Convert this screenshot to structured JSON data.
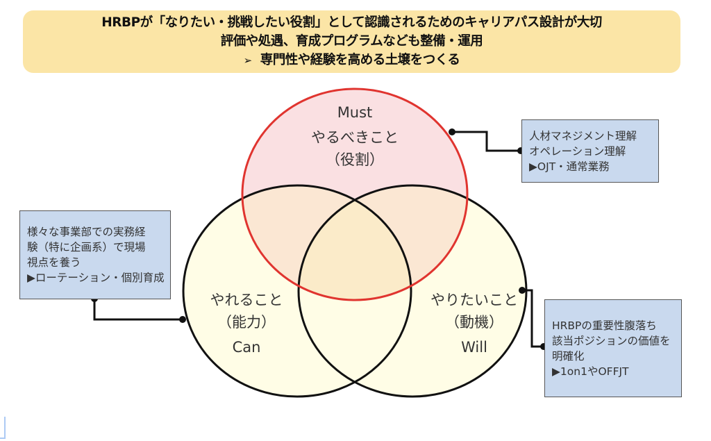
{
  "header": {
    "lines": [
      "HRBPが「なりたい・挑戦したい役割」として認識されるためのキャリアパス設計が大切",
      "評価や処遇、育成プログラムなども整備・運用",
      "専門性や経験を高める土壌をつくる"
    ],
    "arrow_icon": "➢",
    "background": "#FBE5A6"
  },
  "venn": {
    "must": {
      "en": "Must",
      "jp": "やるべきこと",
      "paren": "（役割）",
      "fill": "#FAE0E2",
      "stroke": "#E0342F"
    },
    "can": {
      "jp": "やれること",
      "paren": "（能力）",
      "en": "Can",
      "fill": "#FFFDE6",
      "stroke": "#111111"
    },
    "will": {
      "jp": "やりたいこと",
      "paren": "（動機）",
      "en": "Will",
      "fill": "#FFFDE6",
      "stroke": "#111111"
    },
    "overlap_fill": "#FBE7D3",
    "center_fill": "#FBEBC9"
  },
  "callouts": {
    "must": {
      "lines": [
        "人材マネジメント理解",
        "オペレーション理解",
        "▶OJT・通常業務"
      ]
    },
    "can": {
      "lines": [
        "様々な事業部での実務経",
        "験（特に企画系）で現場",
        "視点を養う",
        "▶ローテーション・個別育成"
      ]
    },
    "will": {
      "lines": [
        "HRBPの重要性腹落ち",
        "該当ポジションの価値を",
        "明確化",
        "▶1on1やOFFJT"
      ]
    },
    "box_color": "#C9D9EE"
  }
}
